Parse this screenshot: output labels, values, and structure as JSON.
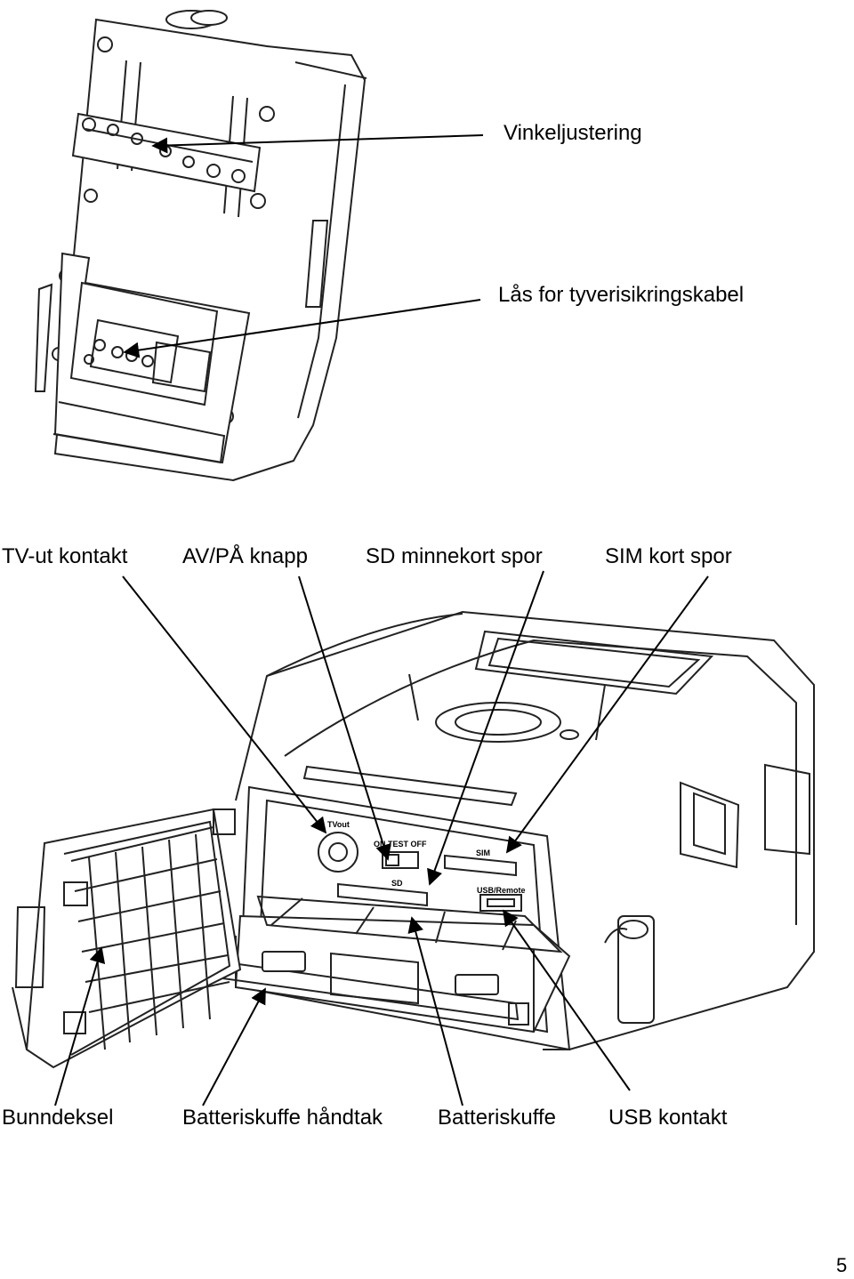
{
  "labels": {
    "angle_adjustment": "Vinkeljustering",
    "security_cable_lock": "Lås for tyverisikringskabel",
    "tv_out_connector": "TV-ut kontakt",
    "power_switch": "AV/PÅ knapp",
    "sd_card_slot": "SD minnekort spor",
    "sim_card_slot": "SIM kort spor",
    "bottom_cover": "Bunndeksel",
    "battery_tray_handle": "Batteriskuffe håndtak",
    "battery_tray": "Batteriskuffe",
    "usb_connector": "USB kontakt"
  },
  "device_markings": {
    "tv_out": "TVout",
    "switch_positions": "ON  TEST  OFF",
    "sd": "SD",
    "sim": "SIM",
    "usb_remote": "USB/Remote"
  },
  "page_number": "5"
}
